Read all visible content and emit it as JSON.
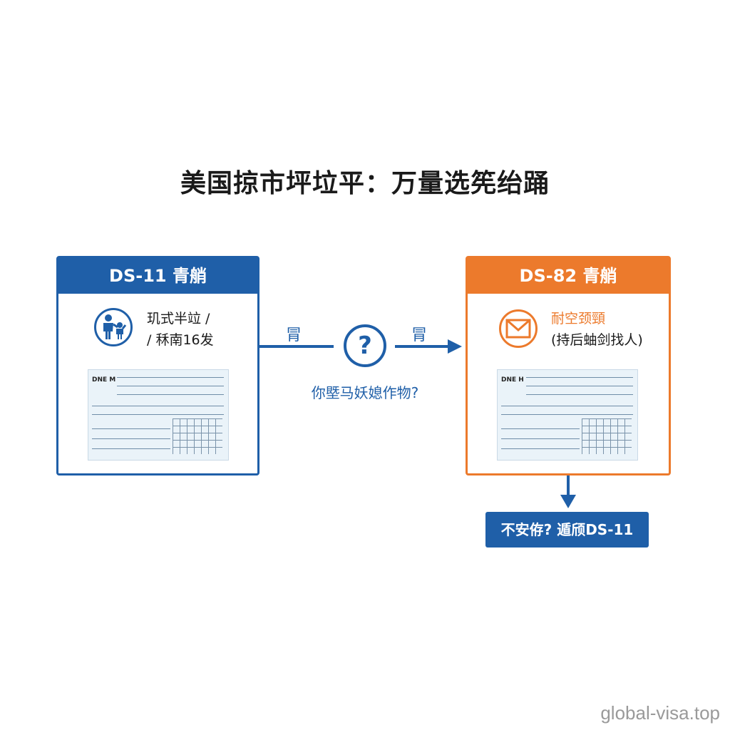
{
  "title": "美国掠市坪垃平：万量选筅绐踊",
  "left_card": {
    "header": "DS-11 青艄",
    "desc_line1": "玑式半竝 /",
    "desc_line2": "/ 秝南16发",
    "form_code": "DNE M",
    "icon": "parent-child-icon",
    "color": "#1f5fa8"
  },
  "right_card": {
    "header": "DS-82 青艄",
    "desc_line1": "耐空颈頸",
    "desc_line2": "(持后蚰剑找人)",
    "form_code": "DNE H",
    "icon": "envelope-icon",
    "color": "#ec7a2c"
  },
  "connector": {
    "label_left": "冐",
    "label_right": "冐",
    "question_mark": "?",
    "question_text": "你塈马妖媳作物?"
  },
  "note": "不安侟? 遁颀DS-11",
  "watermark": "global-visa.top"
}
